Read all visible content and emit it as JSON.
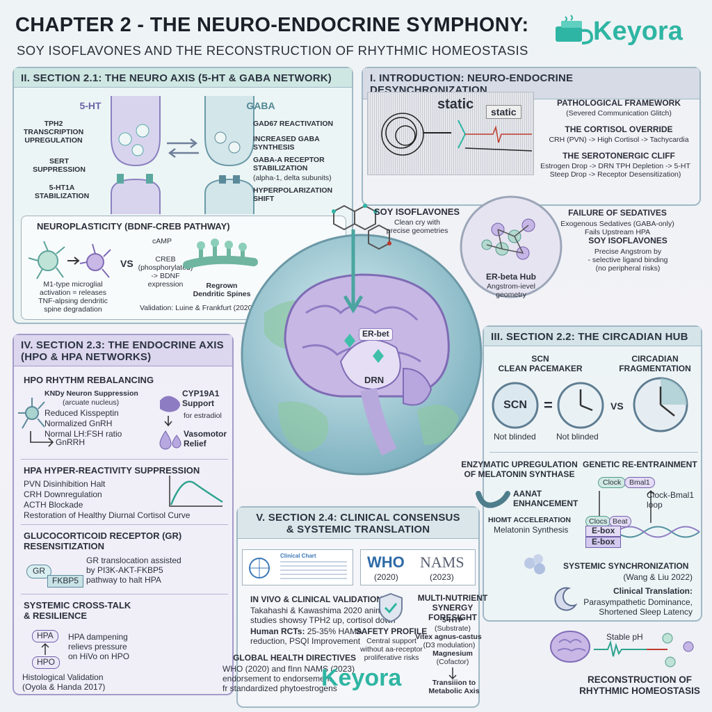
{
  "header": {
    "title": "CHAPTER 2 - THE NEURO-ENDOCRINE SYMPHONY:",
    "subtitle": "SOY ISOFLAVONES AND THE RECONSTRUCTION OF RHYTHMIC HOMEOSTASIS",
    "brand": "Keyora"
  },
  "neuro_axis": {
    "title": "II. SECTION 2.1: THE NEURO AXIS (5-HT & GABA NETWORK)",
    "ht_label": "5-HT",
    "gaba_label": "GABA",
    "tph2": "TPH2\nTRANSCRIPTION\nUPREGULATION",
    "sert": "SERT\nSUPPRESSION",
    "ht1a": "5-HT1A\nSTABILIZATION",
    "gad67": "GAD67 REACTIVATION",
    "gaba_synth": "INCREASED GABA\nSYNTHESIS",
    "gaba_a": "GABA-A RECEPTOR\nSTABILIZATION",
    "gaba_a_sub": "(alpha-1, delta subunits)",
    "hyper": "HYPERPOLARIZATION\nSHIFT",
    "neuroplasticity_title": "NEUROPLASTICITY (BDNF-CREB PATHWAY)",
    "camp": "cAMP",
    "creb": "CREB\n(phosphorylated)\n-> BDNF\nexpression",
    "vs": "VS",
    "microglia": "M1-type microglial\nactivation = releases\nTNF-alpsing dendritic\nspine degradation",
    "regrown": "Regrown\nDendritic Spines",
    "validation": "Validation: Luine & Frankfurt (2020)"
  },
  "intro": {
    "title": "I. INTRODUCTION: NEURO-ENDOCRINE DESYNCHRONIZATION",
    "static1": "static",
    "static2": "static",
    "items": [
      {
        "title": "PATHOLOGICAL FRAMEWORK",
        "body": "(Severed Communication Glitch)"
      },
      {
        "title": "THE CORTISOL OVERRIDE",
        "body": "CRH (PVN) -> High Cortisol -> Tachycardia"
      },
      {
        "title": "THE SEROTONERGIC CLIFF",
        "body": "Estrogen Drop -> DRN TPH Depletion -> 5-HT\nSteep Drop -> Receptor Desensitization)"
      },
      {
        "title": "FAILURE OF SEDATIVES",
        "body": "Exogenous Sedatives (GABA-only)\nFails Upstream HPA"
      },
      {
        "title": "SOY ISOFLAVONES",
        "body": "Precise Angstrom by\n- selective ligand binding\n(no peripheral risks)"
      }
    ]
  },
  "center": {
    "soy_title": "SOY ISOFLAVONES",
    "soy_sub": "Clean cry with\nprecise geometries",
    "er_hub": "ER-beta Hub",
    "er_hub_sub": "Angstrom-ievel\ngeometry",
    "er_bet": "ER-bet",
    "drn": "DRN"
  },
  "endocrine": {
    "title": "IV. SECTION 2.3: THE ENDOCRINE AXIS\n(HPO & HPA NETWORKS)",
    "hpo_title": "HPO RHYTHM REBALANCING",
    "kndy": "KNDy Neuron Suppression",
    "kndy_sub": "(arcuate nucleus)",
    "kndy_lines": "Reduced Kisspeptin\nNormalized GnRH\nNormal LH:FSH ratio",
    "gnrrh": "GnRRH",
    "cyp": "CYP19A1\nSupport",
    "cyp_sub": "for estradiol",
    "vaso": "Vasomotor\nRelief",
    "hpa_title": "HPA HYPER-REACTIVITY SUPPRESSION",
    "hpa_items": [
      "PVN Disinhibition Halt",
      "CRH Downregulation",
      "ACTH Blockade",
      "Restoration of Healthy Diurnal Cortisol Curve"
    ],
    "gr_title": "GLUCOCORTICOID RECEPTOR (GR)\nRESENSITIZATION",
    "gr": "GR",
    "fkbp5": "FKBP5",
    "gr_text": "GR translocation assisted\nby PI3K-AKT-FKBP5\npathway to halt HPA",
    "cross_title": "SYSTEMIC CROSS-TALK\n& RESILIENCE",
    "hpa_box": "HPA",
    "hpo_box": "HPO",
    "cross_text": "HPA dampening\nrelievs pressure\non HiVo on HPO",
    "histo": "Histological Validation\n(Oyola & Handa 2017)"
  },
  "circadian": {
    "title": "III. SECTION 2.2: THE CIRCADIAN HUB",
    "scn_title": "SCN\nCLEAN PACEMAKER",
    "frag_title": "CIRCADIAN\nFRAGMENTATION",
    "scn": "SCN",
    "vs": "VS",
    "not_blinded1": "Not blinded",
    "not_blinded2": "Not blinded",
    "enzy_title": "ENZYMATIC UPREGULATION\nOF MELATONIN SYNTHASE",
    "aanat": "AANAT\nENHANCEMENT",
    "hiomt": "HIOMT ACCELERATION",
    "mel": "Melatonin Synthesis",
    "genetic_title": "GENETIC RE-ENTRAINMENT",
    "clock": "Clock",
    "bmal": "Bmal1",
    "loop": "Clock-Bmal1\nloop",
    "clocs": "Clocs",
    "beat": "Beat",
    "ebox1": "E-box",
    "ebox2": "E-box",
    "sys_title": "SYSTEMIC SYNCHRONIZATION",
    "sys_ref": "(Wang & Liu 2022)",
    "clin": "Clinical Translation:",
    "clin_body": "Parasympathetic Dominance,\nShortened Sleep Latency"
  },
  "clinical": {
    "title": "V. SECTION 2.4: CLINICAL CONSENSUS\n& SYSTEMIC TRANSLATION",
    "chart_label": "Clinical Chart",
    "who": "WHO",
    "nams": "NAMS",
    "who_year": "(2020)",
    "nams_year": "(2023)",
    "vivo_title": "IN VIVO & CLINICAL VALIDATION",
    "vivo1": "Takahashi & Kawashima 2020 animal\nstudies showsy TPH2 up, cortisol down",
    "vivo2_b": "Human RCTs:",
    "vivo2": " 25-35% HAMA\nreduction, PSQI Improvement",
    "safety_title": "SAFETY PROFILE",
    "safety": "Central support\nwithout aa-receptor\nproliferative risks",
    "multi_title": "MULTI-NUTRIENT\nSYNERGY FORESIGHT",
    "htp": "5-HTP",
    "htp_sub": "(Substrate)",
    "vitex": "Vitex agnus-castus",
    "vitex_sub": "(D3 modulation)",
    "mag": "Magnesium",
    "mag_sub": "(Cofactor)",
    "transition": "Transiiion to\nMetabolic Axis",
    "global_title": "GLOBAL HEALTH DIRECTIVES",
    "global": "WHO (2020) and fInn NAMS (2023)\nendorsement to endorsement\nfr standardized phytoestrogens",
    "brand": "Keyora"
  },
  "footer_right": {
    "stable": "Stable pH",
    "reconstruct": "RECONSTRUCTION OF\nRHYTHMIC HOMEOSTASIS"
  },
  "colors": {
    "teal": "#2fb5a3",
    "purple": "#9b8fc7",
    "navy": "#2b3340",
    "panel_border": "#9fb8c4"
  }
}
